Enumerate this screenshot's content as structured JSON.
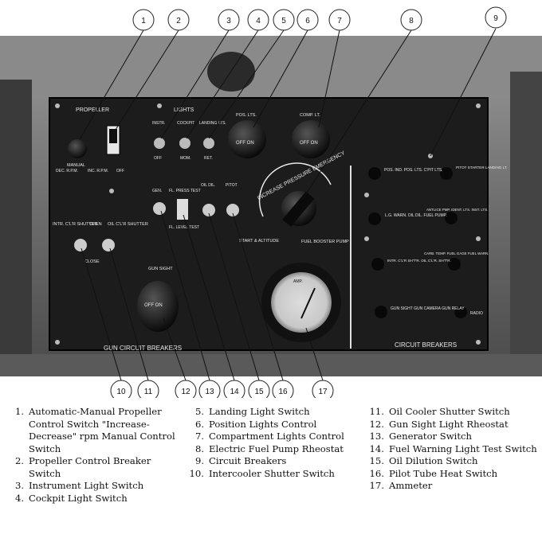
{
  "photo": {
    "panel_sections": {
      "propeller": "PROPELLER",
      "lights": "LIGHTS",
      "gun_circuit_breakers": "GUN CIRCUIT BREAKERS",
      "circuit_breakers": "CIRCUIT BREAKERS"
    },
    "panel_labels": {
      "manual": "MANUAL",
      "dec_rpm": "DEC. R.P.M.",
      "inc_rpm": "INC. R.P.M.",
      "off": "OFF",
      "instr": "INSTR.",
      "cockpit": "COCKPIT",
      "pos_lts": "POS. LTS.",
      "comp_lt": "COMP. LT.",
      "on": "ON",
      "landing_lts": "LANDING LTS.",
      "mom": "MOM.",
      "ret": "RET.",
      "off_on": "OFF ON",
      "gen": "GEN.",
      "fl_press_test": "FL. PRESS TEST",
      "oil_dil": "OIL DIL.",
      "pitot": "PITOT",
      "fl_level_test": "FL. LEVEL TEST",
      "increase_pressure_emergency": "INCREASE PRESSURE EMERGENCY",
      "start_altitude": "START & ALTITUDE",
      "fuel_booster_pump": "FUEL BOOSTER PUMP",
      "intr_clr_shutter": "INTR. C'L'R SHUTTER",
      "open": "OPEN",
      "oil_clr_shutter": "OIL C'L'R SHUTTER",
      "close": "CLOSE",
      "gun_sight": "GUN SIGHT",
      "amps": "AMP.",
      "breaker_1": "POS. IND. POS. LTS. C'PIT LTS.",
      "breaker_2": "PITOT STARTER LANDING LT.",
      "breaker_3": "L.G. WARN. OIL DIL. FUEL PUMP.",
      "breaker_4": "ANTLICE PMP. IDENT. LTS. INST. LTS.",
      "breaker_5": "INTR. C'L'R SH'T'R. OIL C'L'R. SH'T'R.",
      "breaker_6": "CARB. TEMP. FUEL GAGE FUEL WARN.",
      "breaker_7": "GUN SIGHT GUN CAMERA GUN RELAY",
      "breaker_8": "RADIO"
    },
    "callouts": [
      "1",
      "2",
      "3",
      "4",
      "5",
      "6",
      "7",
      "8",
      "9",
      "10",
      "11",
      "12",
      "13",
      "14",
      "15",
      "16",
      "17"
    ]
  },
  "legend": {
    "col1": [
      {
        "num": "1.",
        "text": "Automatic-Manual Propeller Control Switch \"Increase-Decrease\" rpm Manual Control Switch"
      },
      {
        "num": "2.",
        "text": "Propeller Control Breaker Switch"
      },
      {
        "num": "3.",
        "text": "Instrument Light Switch"
      },
      {
        "num": "4.",
        "text": "Cockpit Light Switch"
      }
    ],
    "col2": [
      {
        "num": "5.",
        "text": "Landing Light Switch"
      },
      {
        "num": "6.",
        "text": "Position Lights Control"
      },
      {
        "num": "7.",
        "text": "Compartment Lights Control"
      },
      {
        "num": "8.",
        "text": "Electric Fuel Pump Rheostat"
      },
      {
        "num": "9.",
        "text": "Circuit Breakers"
      },
      {
        "num": "10.",
        "text": "Intercooler Shutter Switch"
      }
    ],
    "col3": [
      {
        "num": "11.",
        "text": "Oil Cooler Shutter Switch"
      },
      {
        "num": "12.",
        "text": "Gun Sight Light Rheostat"
      },
      {
        "num": "13.",
        "text": "Generator Switch"
      },
      {
        "num": "14.",
        "text": "Fuel Warning Light Test Switch"
      },
      {
        "num": "15.",
        "text": "Oil Dilution Switch"
      },
      {
        "num": "16.",
        "text": "Pilot Tube Heat Switch"
      },
      {
        "num": "17.",
        "text": "Ammeter"
      }
    ]
  },
  "colors": {
    "panel": "#1c1c1c",
    "background": "#ffffff",
    "callout_stroke": "#222222",
    "label": "#e8e8e8"
  }
}
